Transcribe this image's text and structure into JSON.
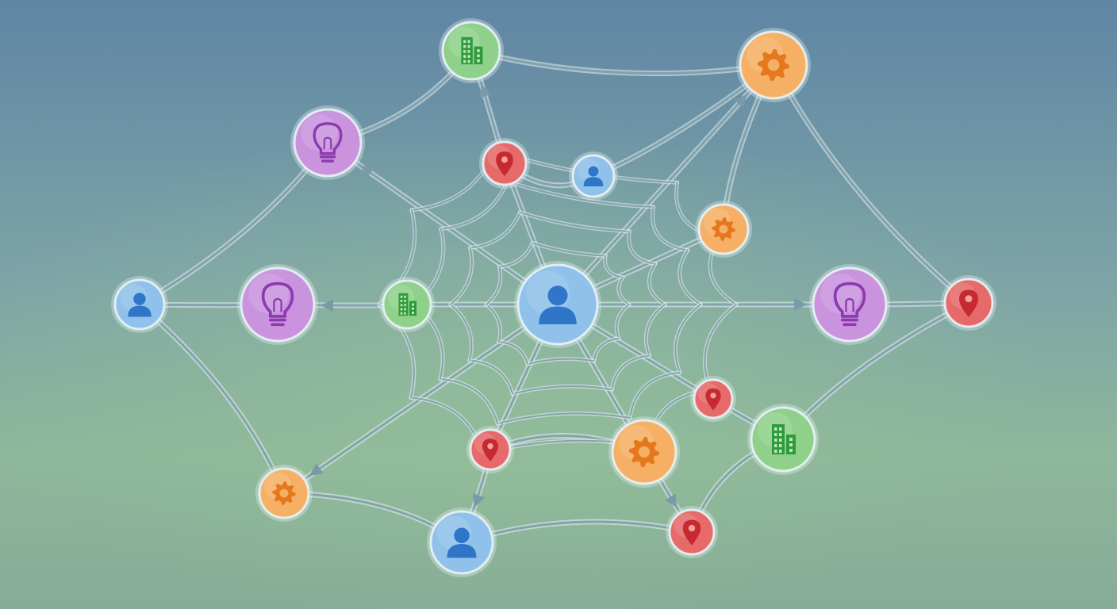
{
  "colors": {
    "person": "#8fc1ea",
    "person_icon": "#2f76c8",
    "building": "#8fd18a",
    "building_icon": "#2f9a3c",
    "gear": "#f5b066",
    "gear_icon": "#e5781d",
    "bulb": "#c993de",
    "bulb_icon": "#8c3aad",
    "pin": "#e66a6a",
    "pin_icon": "#c62a30",
    "edge": "#7b9aa8"
  },
  "nodes": [
    {
      "id": "hub-person",
      "kind": "person"
    },
    {
      "id": "top-building",
      "kind": "building"
    },
    {
      "id": "top-right-gear",
      "kind": "gear"
    },
    {
      "id": "top-left-bulb",
      "kind": "bulb"
    },
    {
      "id": "upper-pin",
      "kind": "pin"
    },
    {
      "id": "upper-person",
      "kind": "person"
    },
    {
      "id": "right-upper-gear",
      "kind": "gear"
    },
    {
      "id": "left-person",
      "kind": "person"
    },
    {
      "id": "left-bulb",
      "kind": "bulb"
    },
    {
      "id": "inner-left-building",
      "kind": "building"
    },
    {
      "id": "right-bulb",
      "kind": "bulb"
    },
    {
      "id": "far-right-pin",
      "kind": "pin"
    },
    {
      "id": "right-mid-pin",
      "kind": "pin"
    },
    {
      "id": "right-building",
      "kind": "building"
    },
    {
      "id": "lower-gear",
      "kind": "gear"
    },
    {
      "id": "lower-pin",
      "kind": "pin"
    },
    {
      "id": "bottom-left-gear",
      "kind": "gear"
    },
    {
      "id": "bottom-person",
      "kind": "person"
    },
    {
      "id": "bottom-right-pin",
      "kind": "pin"
    }
  ],
  "edges": [
    {
      "from": "hub-person",
      "to": "top-right-gear",
      "arrow": true
    },
    {
      "from": "hub-person",
      "to": "right-bulb",
      "arrow": true
    },
    {
      "from": "hub-person",
      "to": "top-left-bulb",
      "arrow": true
    },
    {
      "from": "hub-person",
      "to": "bottom-left-gear",
      "arrow": true
    },
    {
      "from": "hub-person",
      "to": "upper-pin",
      "arrow": false
    },
    {
      "from": "hub-person",
      "to": "inner-left-building",
      "arrow": false
    },
    {
      "from": "hub-person",
      "to": "right-upper-gear",
      "arrow": false
    },
    {
      "from": "hub-person",
      "to": "right-mid-pin",
      "arrow": false
    },
    {
      "from": "hub-person",
      "to": "lower-gear",
      "arrow": false
    },
    {
      "from": "hub-person",
      "to": "lower-pin",
      "arrow": false
    },
    {
      "from": "inner-left-building",
      "to": "left-bulb",
      "arrow": true
    },
    {
      "from": "left-bulb",
      "to": "left-person",
      "arrow": false
    },
    {
      "from": "right-bulb",
      "to": "far-right-pin",
      "arrow": false
    },
    {
      "from": "upper-pin",
      "to": "top-building",
      "arrow": true
    },
    {
      "from": "upper-pin",
      "to": "upper-person",
      "arrow": false
    },
    {
      "from": "lower-pin",
      "to": "bottom-person",
      "arrow": true
    },
    {
      "from": "lower-gear",
      "to": "bottom-right-pin",
      "arrow": true
    },
    {
      "from": "lower-gear",
      "to": "lower-pin",
      "arrow": false
    },
    {
      "from": "right-mid-pin",
      "to": "right-building",
      "arrow": false
    },
    {
      "from": "top-building",
      "to": "top-right-gear",
      "arrow": false
    },
    {
      "from": "top-building",
      "to": "top-left-bulb",
      "arrow": false
    },
    {
      "from": "top-left-bulb",
      "to": "left-person",
      "arrow": false
    },
    {
      "from": "left-person",
      "to": "bottom-left-gear",
      "arrow": false
    },
    {
      "from": "bottom-left-gear",
      "to": "bottom-person",
      "arrow": false
    },
    {
      "from": "bottom-person",
      "to": "bottom-right-pin",
      "arrow": false
    },
    {
      "from": "top-right-gear",
      "to": "far-right-pin",
      "arrow": false
    },
    {
      "from": "far-right-pin",
      "to": "right-building",
      "arrow": false
    },
    {
      "from": "right-building",
      "to": "bottom-right-pin",
      "arrow": false
    },
    {
      "from": "upper-person",
      "to": "top-right-gear",
      "arrow": false
    },
    {
      "from": "right-upper-gear",
      "to": "top-right-gear",
      "arrow": false
    }
  ]
}
